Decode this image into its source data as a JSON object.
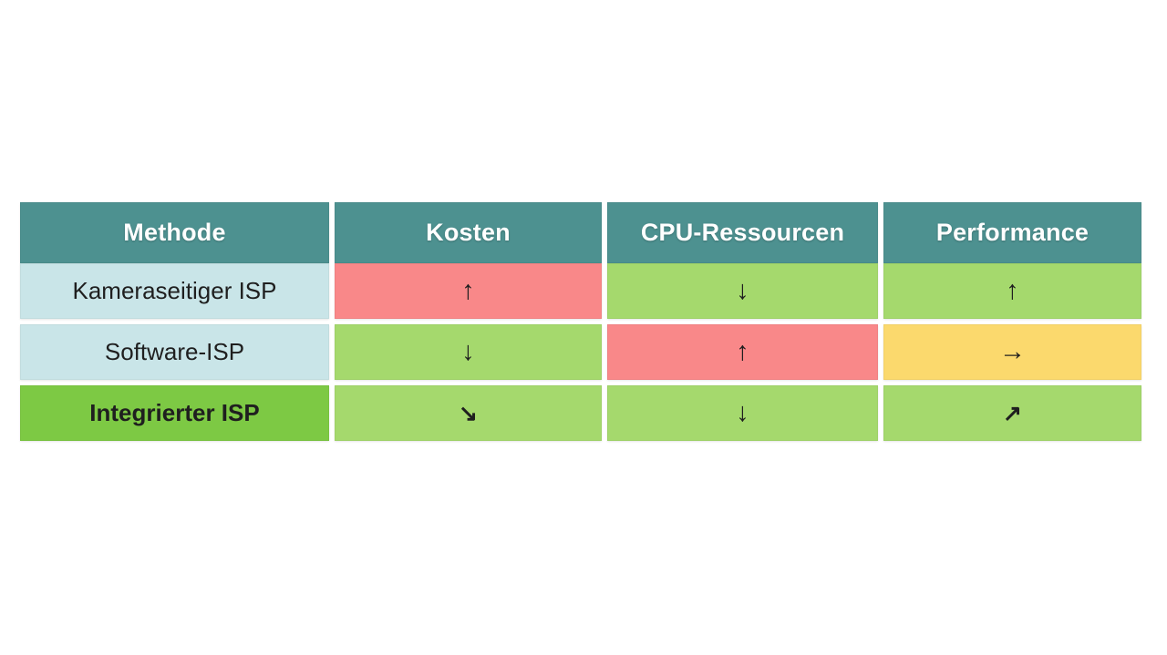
{
  "chart_data": {
    "type": "table",
    "title": "",
    "columns": [
      "Methode",
      "Kosten",
      "CPU-Ressourcen",
      "Performance"
    ],
    "rows": [
      {
        "method": "Kameraseitiger ISP",
        "method_highlight": false,
        "cells": [
          {
            "arrow": "↑",
            "direction": "up",
            "color": "red"
          },
          {
            "arrow": "↓",
            "direction": "down",
            "color": "green"
          },
          {
            "arrow": "↑",
            "direction": "up",
            "color": "green"
          }
        ]
      },
      {
        "method": "Software-ISP",
        "method_highlight": false,
        "cells": [
          {
            "arrow": "↓",
            "direction": "down",
            "color": "green"
          },
          {
            "arrow": "↑",
            "direction": "up",
            "color": "red"
          },
          {
            "arrow": "→",
            "direction": "right",
            "color": "yellow"
          }
        ]
      },
      {
        "method": "Integrierter ISP",
        "method_highlight": true,
        "cells": [
          {
            "arrow": "↘",
            "direction": "down-right",
            "color": "green"
          },
          {
            "arrow": "↓",
            "direction": "down",
            "color": "green"
          },
          {
            "arrow": "↗",
            "direction": "up-right",
            "color": "green"
          }
        ]
      }
    ],
    "legend_position": "none",
    "grid": false
  },
  "colors": {
    "page_bg": "#ffffff",
    "header_bg": "#4d9190",
    "header_text": "#ffffff",
    "method_bg": "#c9e5e8",
    "method_highlight_bg": "#7dc944",
    "red": "#f98889",
    "green": "#a5d96d",
    "yellow": "#fbd96d",
    "arrow_text": "#1f1f1f"
  }
}
